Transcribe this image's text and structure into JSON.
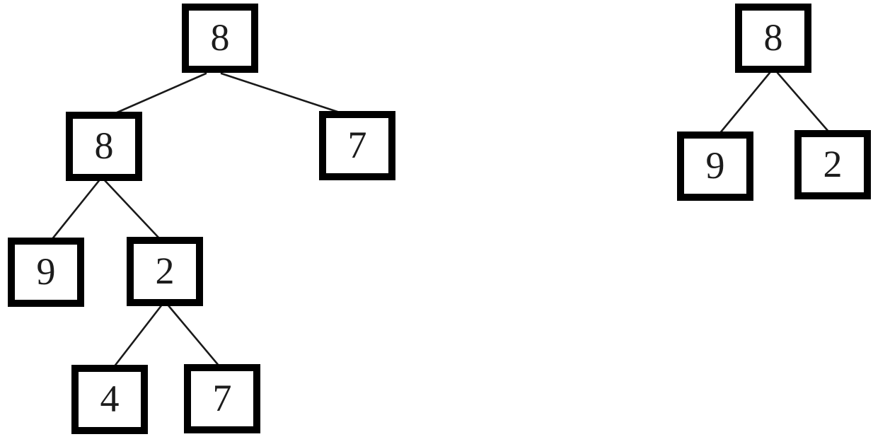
{
  "colors": {
    "background": "#ffffff",
    "node_border": "#000000",
    "node_fill": "#ffffff",
    "edge_line": "#1a1a1a",
    "node_text": "#1c1c1c"
  },
  "trees": [
    {
      "name": "left-tree",
      "nodes": [
        {
          "id": "root",
          "label": "8"
        },
        {
          "id": "root-left",
          "label": "8"
        },
        {
          "id": "root-right",
          "label": "7"
        },
        {
          "id": "left-left",
          "label": "9"
        },
        {
          "id": "left-right",
          "label": "2"
        },
        {
          "id": "left-right-left",
          "label": "4"
        },
        {
          "id": "left-right-right",
          "label": "7"
        }
      ],
      "edges": [
        [
          "root",
          "root-left"
        ],
        [
          "root",
          "root-right"
        ],
        [
          "root-left",
          "left-left"
        ],
        [
          "root-left",
          "left-right"
        ],
        [
          "left-right",
          "left-right-left"
        ],
        [
          "left-right",
          "left-right-right"
        ]
      ]
    },
    {
      "name": "right-tree",
      "nodes": [
        {
          "id": "root",
          "label": "8"
        },
        {
          "id": "root-left",
          "label": "9"
        },
        {
          "id": "root-right",
          "label": "2"
        }
      ],
      "edges": [
        [
          "root",
          "root-left"
        ],
        [
          "root",
          "root-right"
        ]
      ]
    }
  ]
}
